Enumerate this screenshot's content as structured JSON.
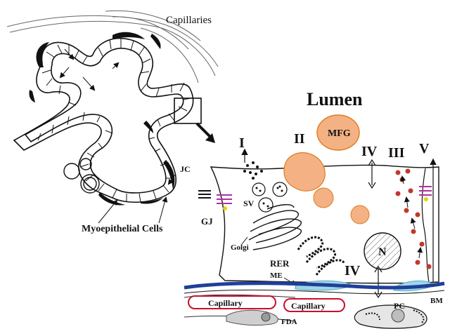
{
  "labels": {
    "capillaries": "Capillaries",
    "lumen": "Lumen",
    "mfg": "MFG",
    "roman_i": "I",
    "roman_ii": "II",
    "roman_iii": "III",
    "roman_iv_top": "IV",
    "roman_iv_bottom": "IV",
    "roman_v": "V",
    "jc": "JC",
    "gj": "GJ",
    "sv": "SV",
    "golgi": "Golgi",
    "rer": "RER",
    "nucleus": "N",
    "me": "ME",
    "bm": "BM",
    "capillary_1": "Capillary",
    "capillary_2": "Capillary",
    "fda": "FDA",
    "pc": "PC",
    "myoepithelial_cells": "Myoepithelial Cells"
  },
  "colors": {
    "lipid_orange": "#f4b183",
    "lipid_stroke": "#e07b1f",
    "casein_red": "#c0392b",
    "basement_blue": "#1f3f9a",
    "me_cyan": "#9fd6e6",
    "gj_magenta": "#b0309c",
    "capillary_red": "#c8102e",
    "tight_yellow": "#e8d400"
  }
}
